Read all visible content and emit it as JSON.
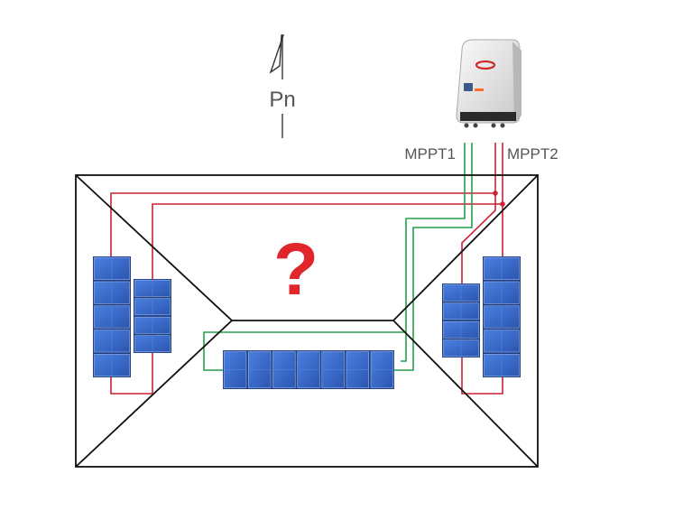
{
  "north_label": "Pn",
  "question_mark": "?",
  "inverter": {
    "mppt1_label": "MPPT1",
    "mppt2_label": "MPPT2",
    "icon": "solar-inverter-icon"
  },
  "roof": {
    "icon": "hip-roof-outline"
  },
  "panel_groups": [
    {
      "name": "west-string-a",
      "count": 5,
      "orientation": "vertical",
      "mppt": "MPPT2"
    },
    {
      "name": "west-string-b",
      "count": 4,
      "orientation": "vertical",
      "mppt": "MPPT2"
    },
    {
      "name": "south-center-string",
      "count": 7,
      "orientation": "horizontal",
      "mppt": "MPPT1"
    },
    {
      "name": "east-string-a",
      "count": 4,
      "orientation": "vertical",
      "mppt": "MPPT2"
    },
    {
      "name": "east-string-b",
      "count": 5,
      "orientation": "vertical",
      "mppt": "MPPT2"
    }
  ],
  "colors": {
    "mppt1_wire": "#22a04a",
    "mppt2_wire": "#cc2233",
    "panel_fill": "#3a6bc8",
    "panel_border": "#1e3f86",
    "question_mark": "#e0252b",
    "roof_line": "#111111",
    "label_text": "#555555"
  }
}
